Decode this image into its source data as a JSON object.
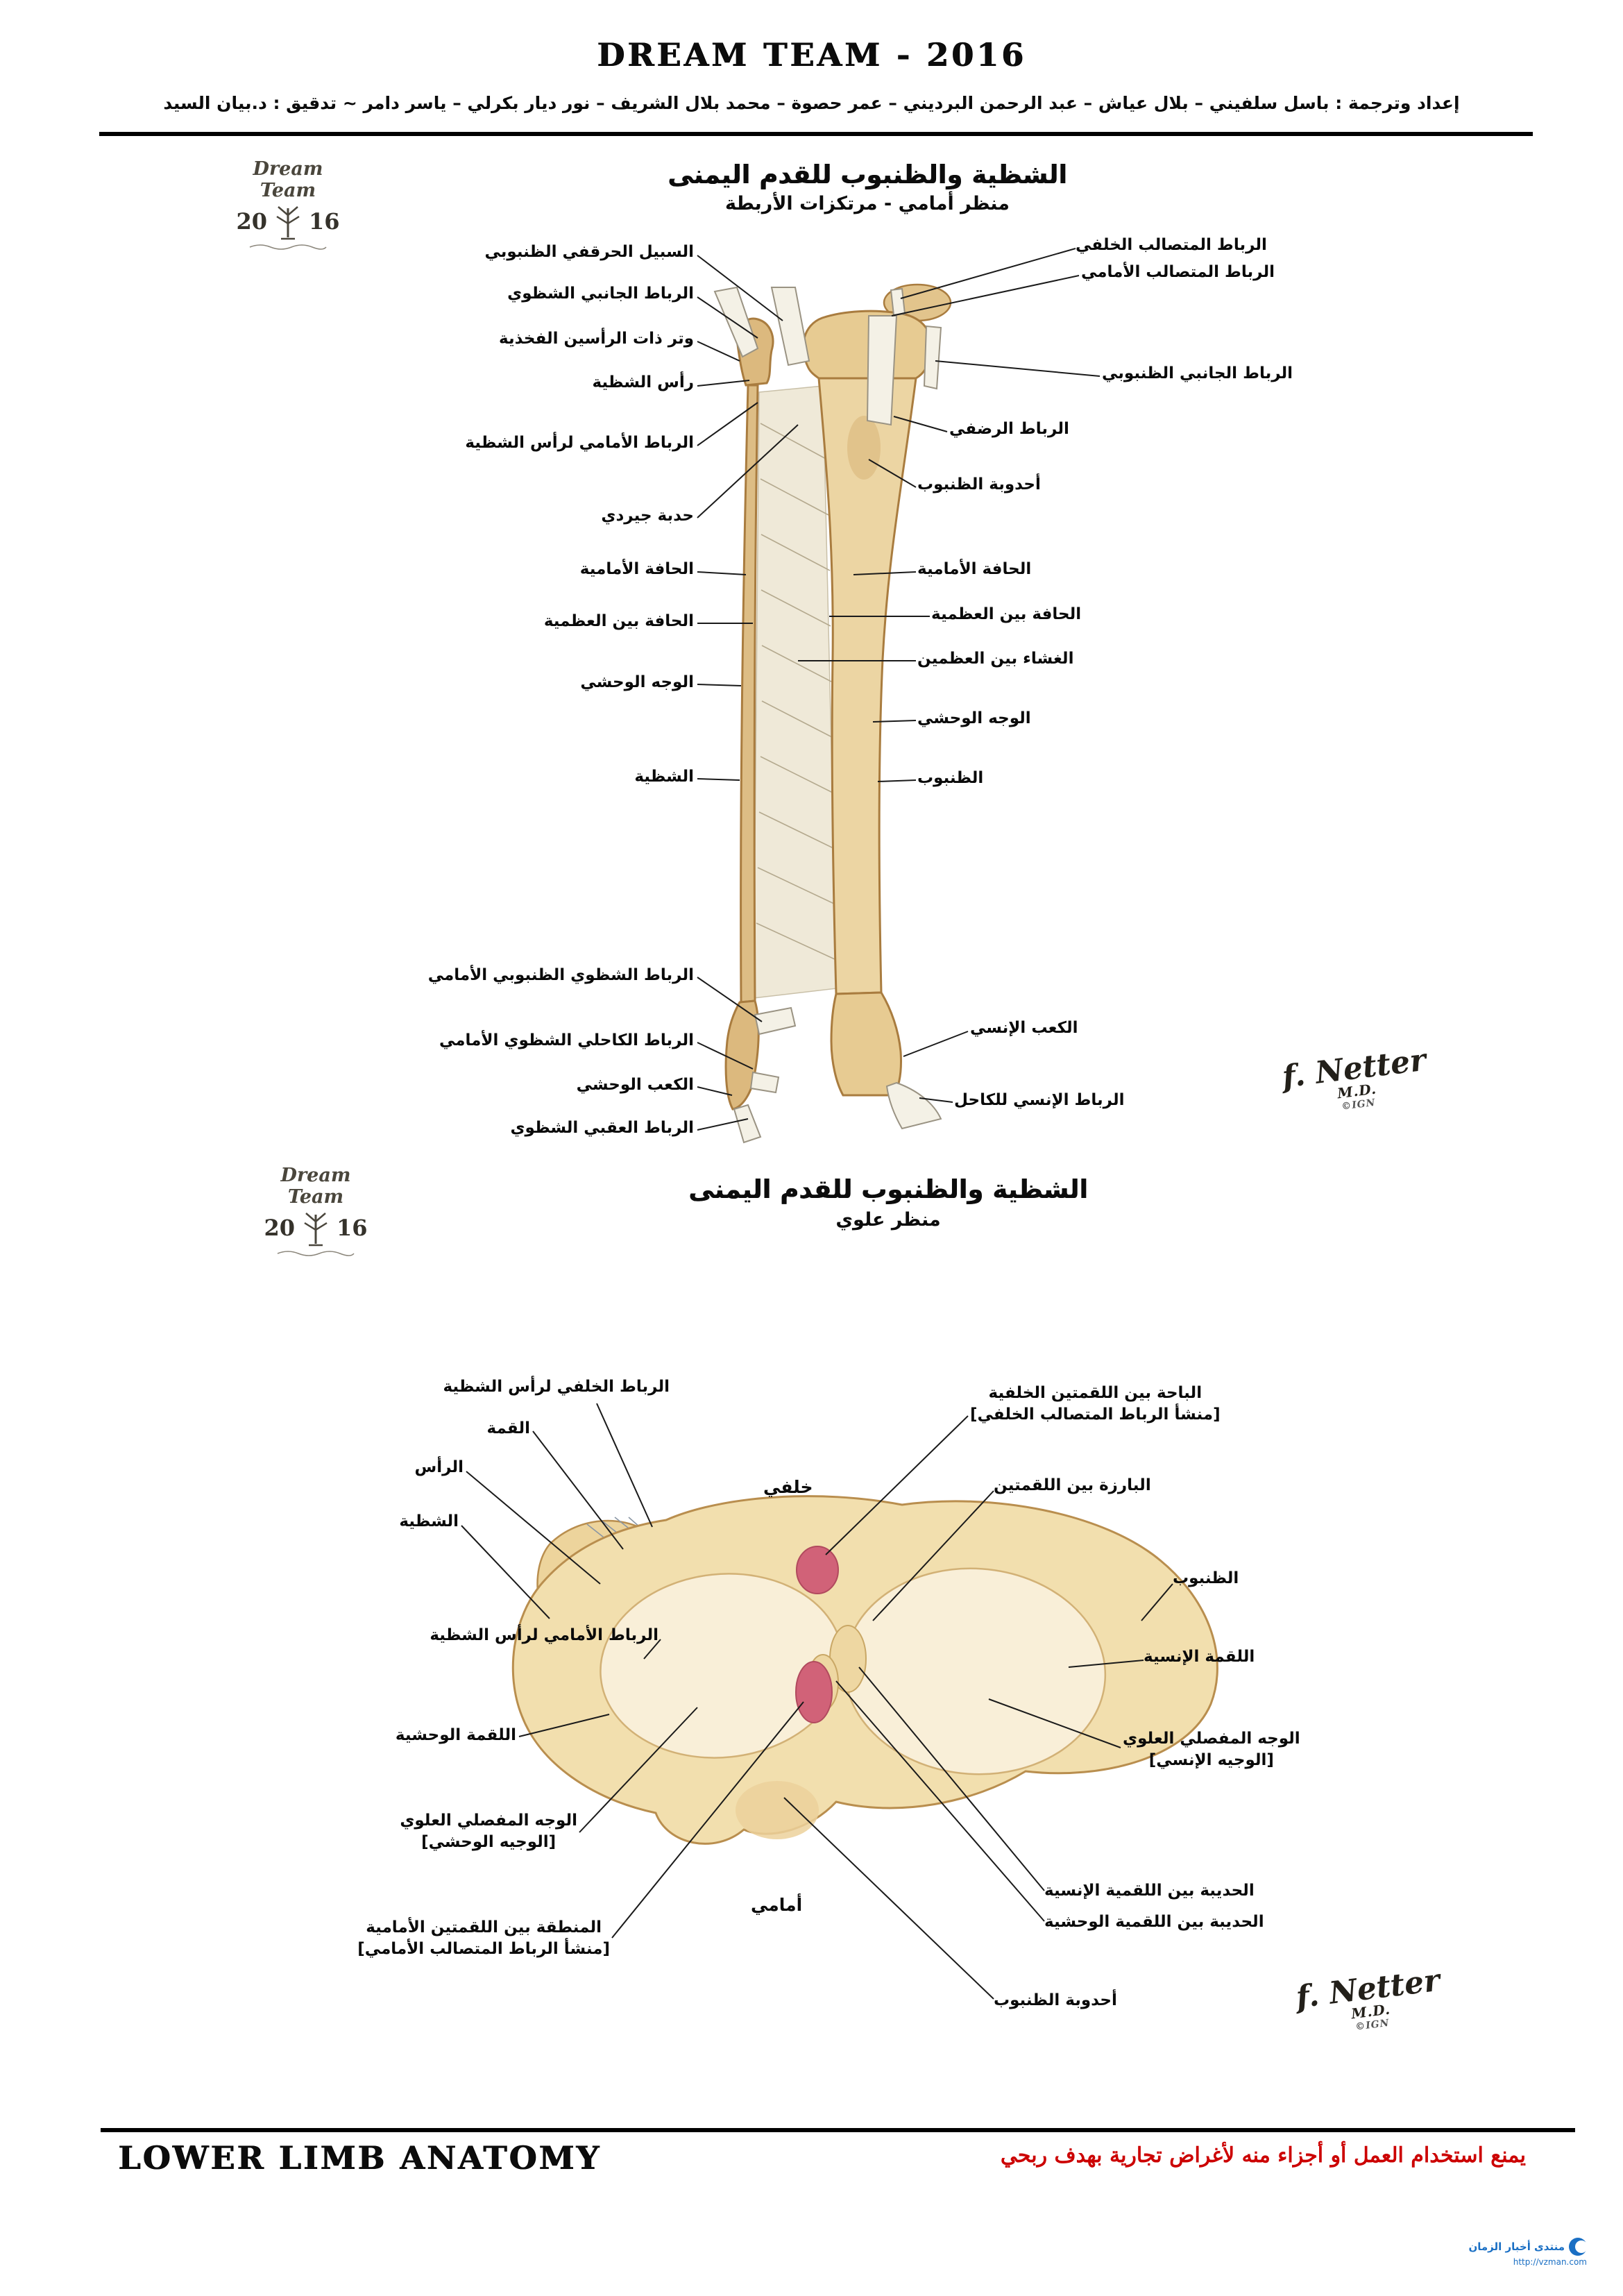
{
  "header": {
    "title": "DREAM TEAM - 2016",
    "credits": "إعداد وترجمة : باسل سلفيني – بلال عياش – عبد الرحمن البرديني – عمر حصوة – محمد بلال الشريف – نور ديار بكرلي – ياسر دامر ~ تدقيق : د.بيان السيد"
  },
  "logo": {
    "brand": "Dream Team",
    "year_left": "20",
    "year_right": "16"
  },
  "diagram1": {
    "title": "الشظية والظنبوب للقدم اليمنى",
    "subtitle": "منظر أمامي - مرتكزات الأربطة",
    "left_labels": [
      "السبيل الحرقفي الظنبوبي",
      "الرباط الجانبي الشظوي",
      "وتر ذات الرأسين الفخذية",
      "رأس الشظية",
      "الرباط الأمامي لرأس الشظية",
      "حدبة جيردي",
      "الحافة الأمامية",
      "الحافة بين العظمية",
      "الوجه الوحشي",
      "الشظية",
      "الرباط الشظوي الظنبوبي الأمامي",
      "الرباط الكاحلي الشظوي الأمامي",
      "الكعب الوحشي",
      "الرباط العقبي الشظوي"
    ],
    "right_labels": [
      "الرباط المتصالب الخلفي",
      "الرباط المتصالب الأمامي",
      "الرباط الجانبي الظنبوبي",
      "الرباط الرضفي",
      "أحدوبة الظنبوب",
      "الحافة الأمامية",
      "الحافة بين العظمية",
      "الغشاء بين العظمين",
      "الوجه الوحشي",
      "الظنبوب",
      "الكعب الإنسي",
      "الرباط الإنسي للكاحل"
    ],
    "signature": "f. Netter",
    "signature_suffix": "M.D.",
    "signature_mark": "©IGN"
  },
  "diagram2": {
    "title": "الشظية والظنبوب للقدم اليمنى",
    "subtitle": "منظر علوي",
    "direction_posterior": "خلفي",
    "direction_anterior": "أمامي",
    "left_labels": [
      "الرباط الخلفي لرأس الشظية",
      "القمة",
      "الرأس",
      "الشظية",
      "الرباط الأمامي لرأس الشظية",
      "اللقمة الوحشية",
      "الوجه المفصلي العلوي\n[الوجيه الوحشي]",
      "المنطقة بين اللقمتين الأمامية\n[منشأ الرباط المتصالب الأمامي]"
    ],
    "right_labels": [
      "الباحة بين اللقمتين الخلفية\n[منشأ الرباط المتصالب الخلفي]",
      "البارزة بين اللقمتين",
      "الظنبوب",
      "اللقمة الإنسية",
      "الوجه المفصلي العلوي\n[الوجيه الإنسي]",
      "الحديبة بين اللقمية الإنسية",
      "الحديبة بين اللقمية الوحشية",
      "أحدوبة الظنبوب"
    ],
    "signature": "f. Netter",
    "signature_suffix": "M.D.",
    "signature_mark": "©IGN"
  },
  "footer": {
    "title": "LOWER LIMB ANATOMY",
    "notice": "يمنع استخدام العمل أو أجزاء منه لأغراض تجارية بهدف ربحي"
  },
  "watermark": {
    "name": "منتدى أخبار الزمان",
    "url": "http://vzman.com"
  },
  "colors": {
    "bone": "#e7cb92",
    "bone_dark": "#c79a55",
    "ligament": "#f4f1e6",
    "red_area": "#d16278",
    "notice_red": "#cc0000"
  }
}
